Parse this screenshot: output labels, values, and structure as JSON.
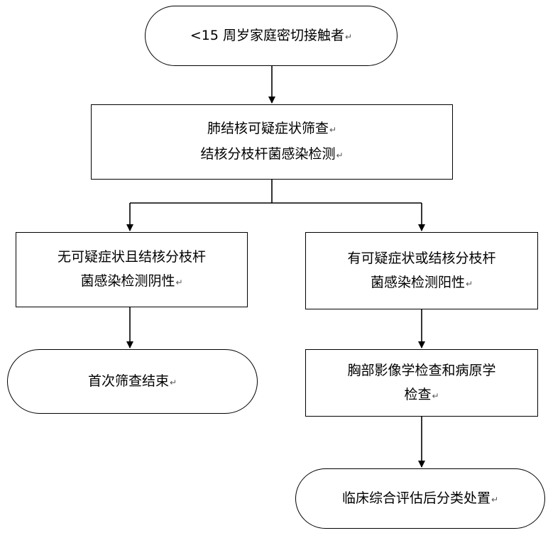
{
  "flowchart": {
    "start": {
      "lines": [
        "<15 周岁家庭密切接触者"
      ]
    },
    "screening": {
      "lines": [
        "肺结核可疑症状筛查",
        "结核分枝杆菌感染检测"
      ]
    },
    "negative": {
      "lines": [
        "无可疑症状且结核分枝杆",
        "菌感染检测阴性"
      ]
    },
    "positive": {
      "lines": [
        "有可疑症状或结核分枝杆",
        "菌感染检测阳性"
      ]
    },
    "end_screening": {
      "lines": [
        "首次筛查结束"
      ]
    },
    "imaging": {
      "lines": [
        "胸部影像学检查和病原学",
        "检查"
      ]
    },
    "clinical": {
      "lines": [
        "临床综合评估后分类处置"
      ]
    },
    "paragraph_mark": "↵"
  }
}
